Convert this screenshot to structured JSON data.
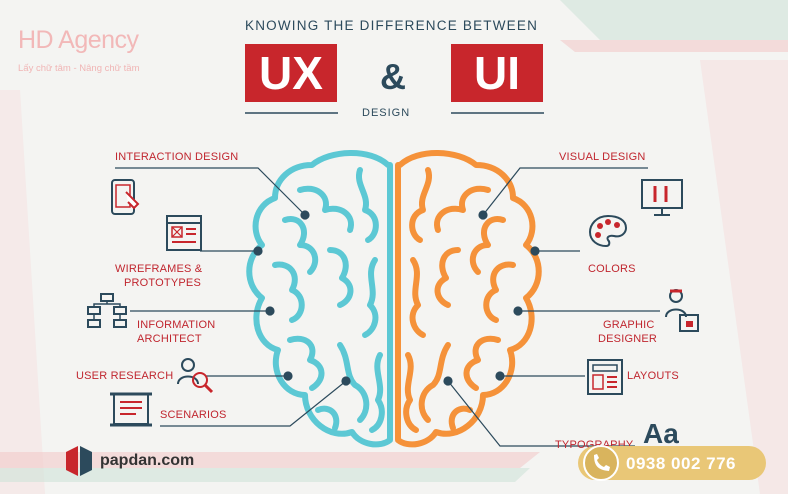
{
  "header": {
    "top_title": "KNOWING THE DIFFERENCE BETWEEN",
    "ux": "UX",
    "amp": "&",
    "ui": "UI",
    "design": "DESIGN"
  },
  "watermark": {
    "brand": "HD Agency",
    "tagline": "Lấy chữ tâm - Nâng chữ tầm"
  },
  "ux_labels": {
    "interaction": "INTERACTION DESIGN",
    "wireframes_1": "WIREFRAMES &",
    "wireframes_2": "PROTOTYPES",
    "info_1": "INFORMATION",
    "info_2": "ARCHITECT",
    "research": "USER RESEARCH",
    "scenarios": "SCENARIOS"
  },
  "ui_labels": {
    "visual": "VISUAL DESIGN",
    "colors": "COLORS",
    "graphic_1": "GRAPHIC",
    "graphic_2": "DESIGNER",
    "layouts": "LAYOUTS",
    "typography": "TYPOGRAPHY",
    "typo_icon": "Aa"
  },
  "footer": {
    "site": "papdan.com",
    "phone": "0938 002 776"
  },
  "colors": {
    "red": "#c8262c",
    "navy": "#2c4a5c",
    "ux_brain": "#5cc8d4",
    "ui_brain": "#f5923a",
    "phone_pill": "#e9c777"
  }
}
